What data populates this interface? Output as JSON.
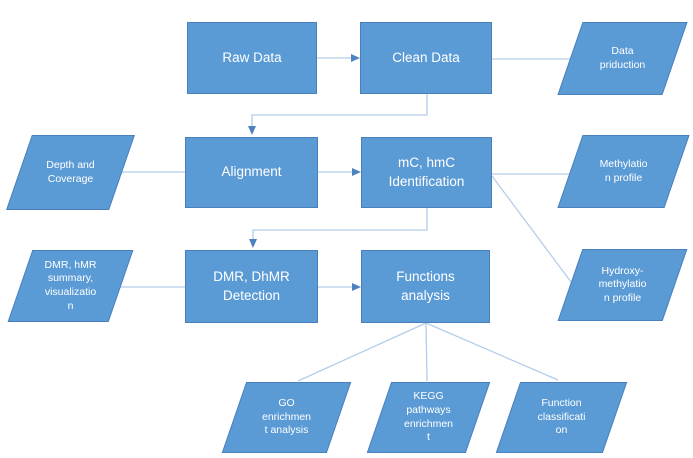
{
  "colors": {
    "shape_fill": "#5b9bd5",
    "shape_border": "#4a7fbe",
    "connector": "#b4cde9",
    "arrowhead": "#4e81c0",
    "label": "#ffffff",
    "canvas_bg": "#ffffff"
  },
  "nodes": {
    "raw_data": {
      "label": "Raw Data",
      "shape": "rectangle"
    },
    "clean_data": {
      "label": "Clean Data",
      "shape": "rectangle"
    },
    "data_production": {
      "label": "Data\npriduction",
      "shape": "parallelogram"
    },
    "depth_coverage": {
      "label": "Depth and\nCoverage",
      "shape": "parallelogram"
    },
    "alignment": {
      "label": "Alignment",
      "shape": "rectangle"
    },
    "mc_hmc_identification": {
      "label": "mC, hmC\nIdentification",
      "shape": "rectangle"
    },
    "methylation_profile": {
      "label": "Methylatio\nn profile",
      "shape": "parallelogram"
    },
    "dmr_summary": {
      "label": "DMR, hMR\nsummary,\nvisualizatio\nn",
      "shape": "parallelogram"
    },
    "dmr_dhmr_detection": {
      "label": "DMR, DhMR\nDetection",
      "shape": "rectangle"
    },
    "functions_analysis": {
      "label": "Functions\nanalysis",
      "shape": "rectangle"
    },
    "hydroxymethylation_profile": {
      "label": "Hydroxy-\nmethylatio\nn profile",
      "shape": "parallelogram"
    },
    "go_enrichment": {
      "label": "GO\nenrichmen\nt analysis",
      "shape": "parallelogram"
    },
    "kegg_enrichment": {
      "label": "KEGG\npathways\nenrichmen\nt",
      "shape": "parallelogram"
    },
    "function_classification": {
      "label": "Function\nclassificati\non",
      "shape": "parallelogram"
    }
  },
  "edges": [
    {
      "from": "raw_data",
      "to": "clean_data",
      "arrow": true
    },
    {
      "from": "clean_data",
      "to": "data_production",
      "arrow": false
    },
    {
      "from": "clean_data",
      "to": "alignment",
      "arrow": true
    },
    {
      "from": "depth_coverage",
      "to": "alignment",
      "arrow": false
    },
    {
      "from": "alignment",
      "to": "mc_hmc_identification",
      "arrow": true
    },
    {
      "from": "mc_hmc_identification",
      "to": "methylation_profile",
      "arrow": false
    },
    {
      "from": "mc_hmc_identification",
      "to": "hydroxymethylation_profile",
      "arrow": false
    },
    {
      "from": "mc_hmc_identification",
      "to": "dmr_dhmr_detection",
      "arrow": true
    },
    {
      "from": "dmr_summary",
      "to": "dmr_dhmr_detection",
      "arrow": false
    },
    {
      "from": "dmr_dhmr_detection",
      "to": "functions_analysis",
      "arrow": true
    },
    {
      "from": "functions_analysis",
      "to": "go_enrichment",
      "arrow": false
    },
    {
      "from": "functions_analysis",
      "to": "kegg_enrichment",
      "arrow": false
    },
    {
      "from": "functions_analysis",
      "to": "function_classification",
      "arrow": false
    }
  ]
}
